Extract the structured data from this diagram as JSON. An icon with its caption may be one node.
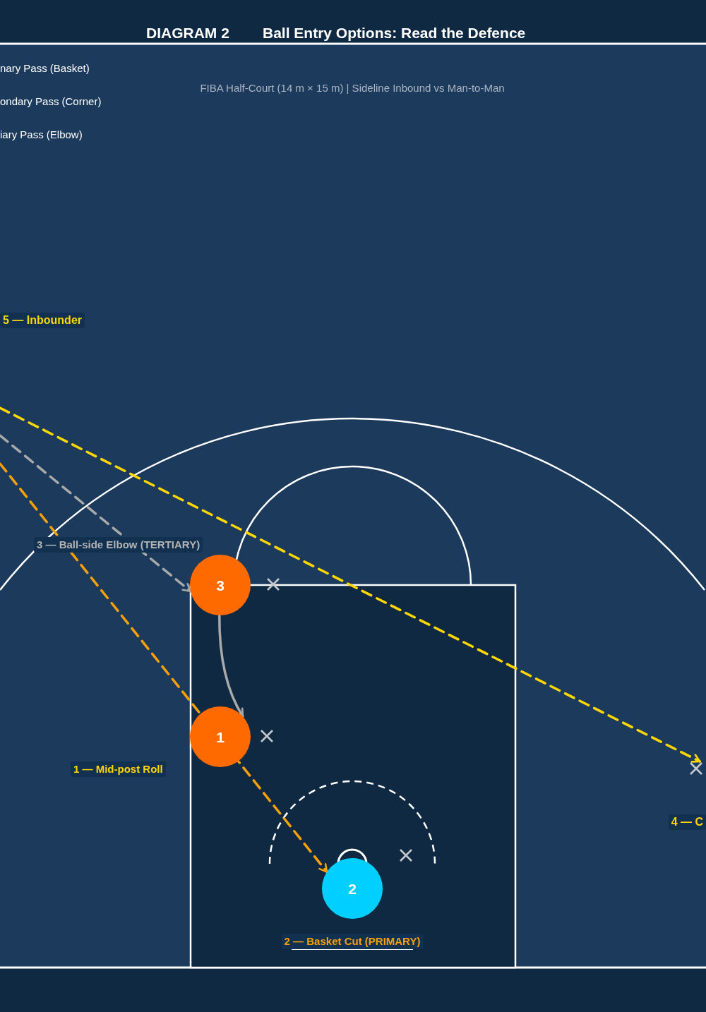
{
  "diagram": {
    "title": "Ball Entry Options: Read the Defence",
    "nodes": [
      {
        "text": [
          "3"
        ],
        "beside": [
          "3 — Ball-side Elbow (TERTIARY)"
        ]
      },
      {
        "text": [
          "1"
        ],
        "beside": [
          "1 — Mid-post Roll"
        ]
      },
      {
        "text": [],
        "shape": "cross"
      },
      {
        "text": [
          "2"
        ],
        "beside": [
          "2 — Basket Cut (PRIMARY)"
        ]
      }
    ],
    "edges": [
      {
        "from": null,
        "to": 2,
        "arrow": "to",
        "style": "dashed",
        "color": "#ffd700"
      },
      {
        "from": null,
        "to": 0,
        "arrow": "to",
        "style": "dashed",
        "color": "#a9a9a9"
      },
      {
        "from": null,
        "to": 3,
        "arrow": "to",
        "style": "dashed",
        "color": "#f5a00a"
      },
      {
        "from": 0,
        "to": 1,
        "arrow": "to",
        "color": "#a9a9a9"
      }
    ],
    "labels": [
      "DIAGRAM 2",
      "nary Pass (Basket)",
      "FIBA Half-Court (14 m × 15 m) | Sideline Inbound vs Man-to-Man",
      "ondary Pass (Corner)",
      "iary Pass (Elbow)",
      "5 — Inbounder",
      "4 — C"
    ]
  }
}
